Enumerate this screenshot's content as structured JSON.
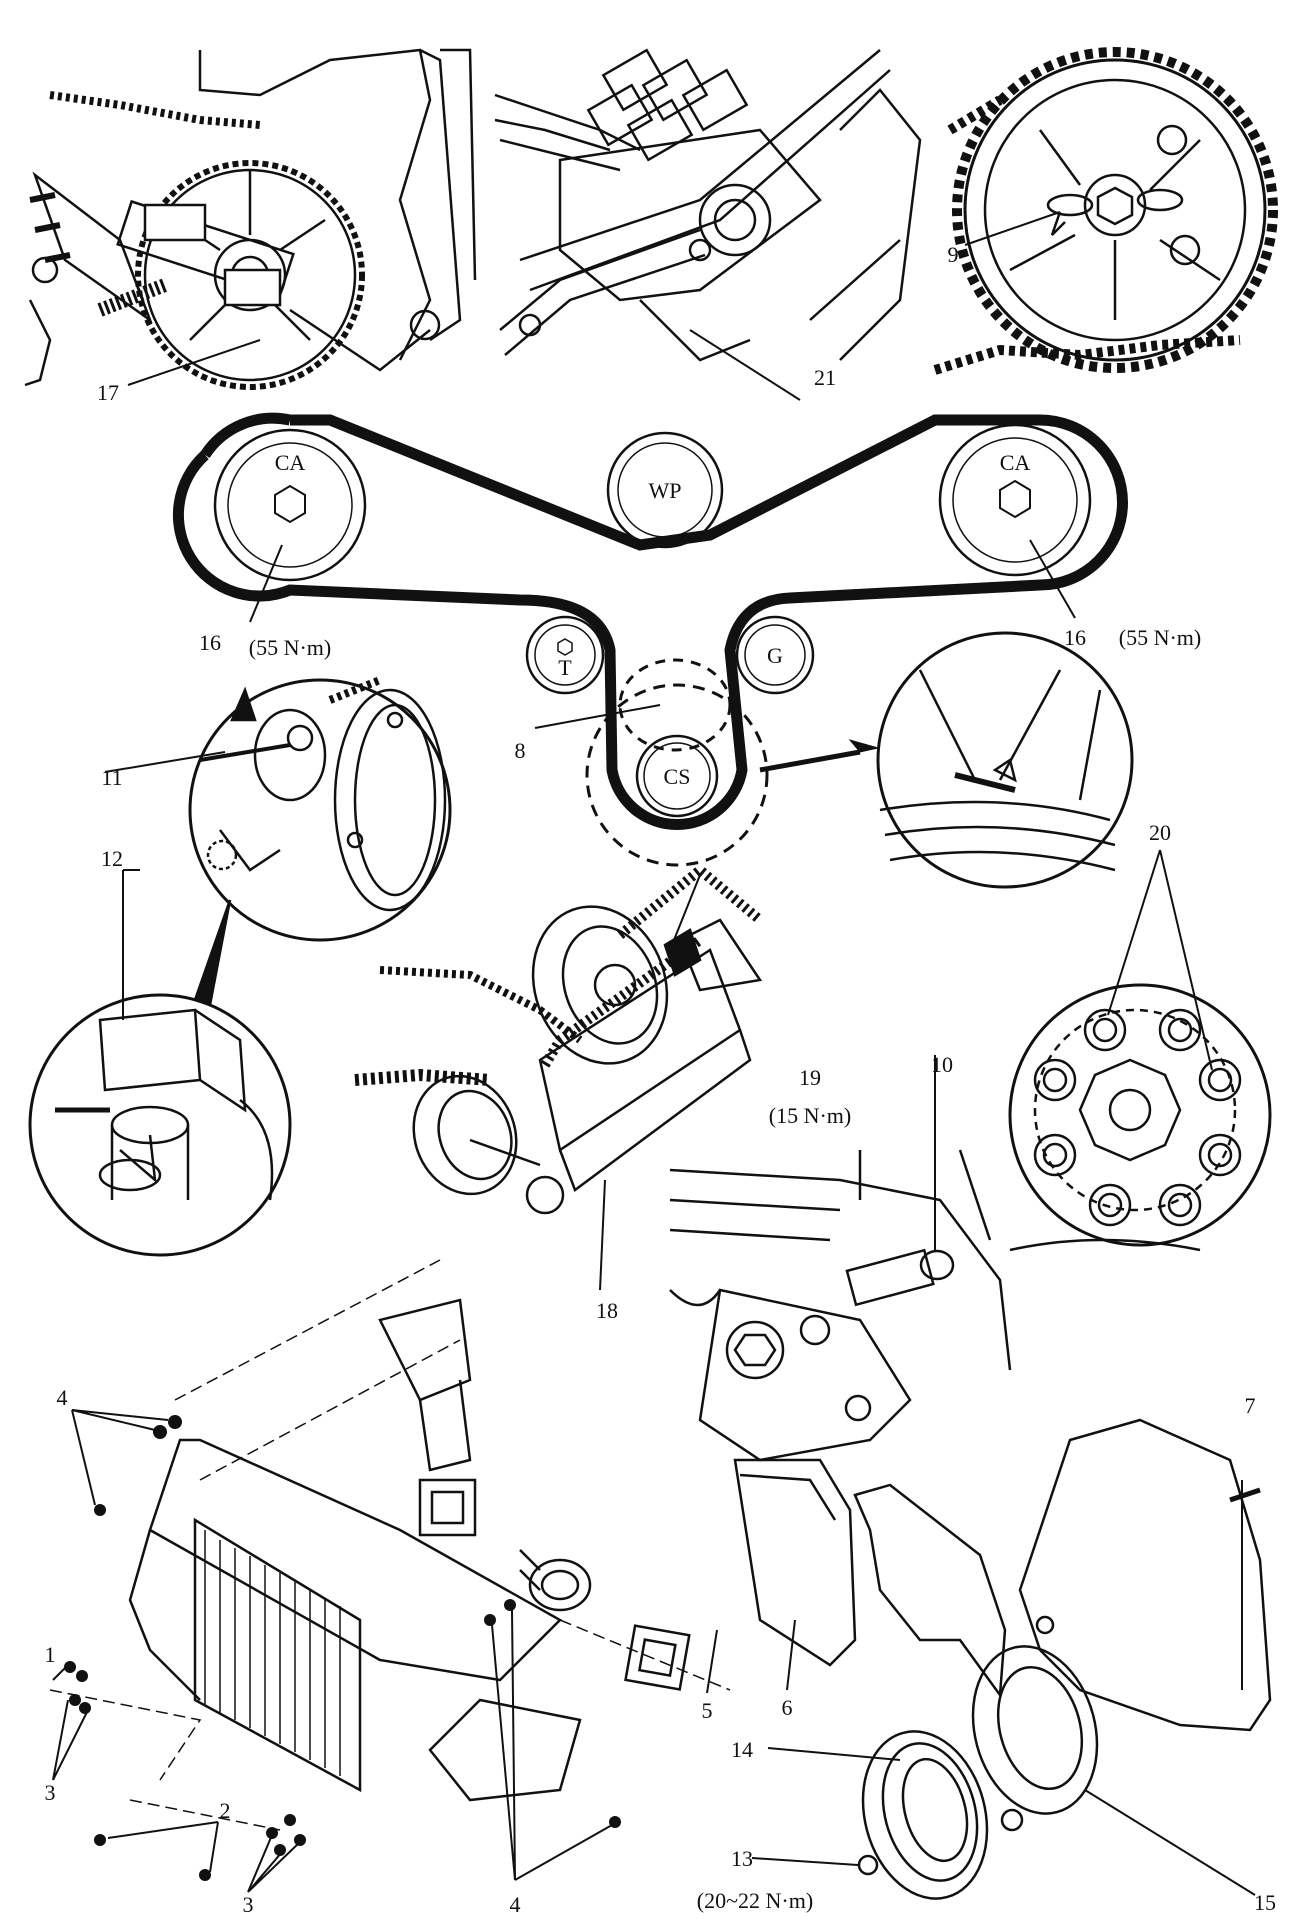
{
  "diagram": {
    "pulleys": {
      "camshaft_left": "CA",
      "camshaft_right": "CA",
      "water_pump": "WP",
      "tensioner": "T",
      "guide": "G",
      "crankshaft": "CS"
    },
    "callouts": {
      "c1": "1",
      "c2": "2",
      "c3a": "3",
      "c3b": "3",
      "c4a": "4",
      "c4b": "4",
      "c5": "5",
      "c6": "6",
      "c7": "7",
      "c8": "8",
      "c9": "9",
      "c10": "10",
      "c11": "11",
      "c12": "12",
      "c13": "13",
      "c14": "14",
      "c15": "15",
      "c16a": "16",
      "c16b": "16",
      "c17": "17",
      "c18": "18",
      "c19": "19",
      "c20": "20",
      "c21": "21"
    },
    "torques": {
      "cam_left": "(55 N·m)",
      "cam_right": "(55 N·m)",
      "bolt_19": "(15 N·m)",
      "bolt_13": "(20~22 N·m)"
    }
  }
}
